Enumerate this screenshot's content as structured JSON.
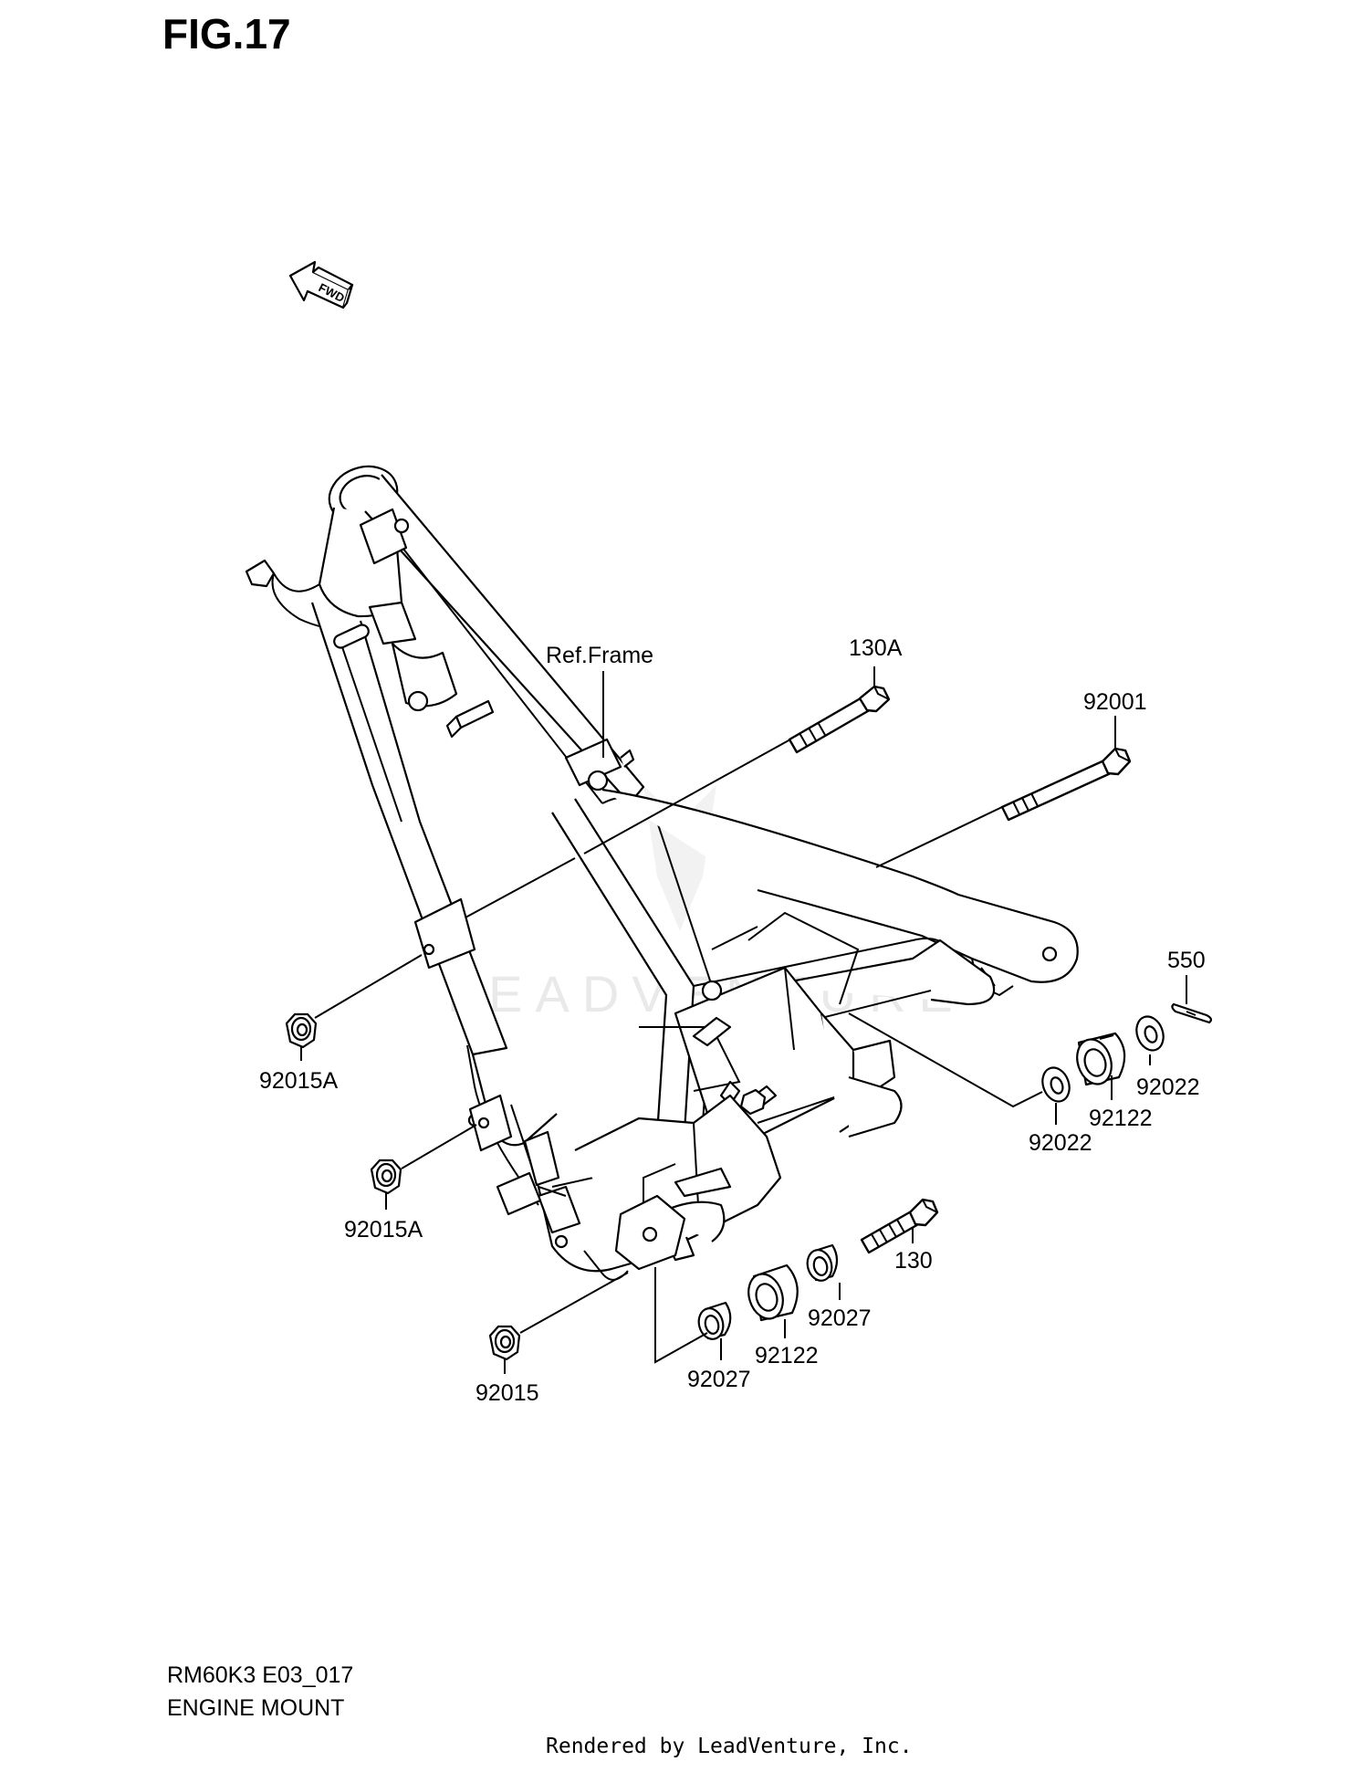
{
  "figure": {
    "title": "FIG.17",
    "model_code": "RM60K3 E03_017",
    "section_name": "ENGINE MOUNT",
    "render_credit": "Rendered by LeadVenture, Inc.",
    "watermark": "LEADVENTURE",
    "fwd_arrow_label": "FWD"
  },
  "callouts": {
    "ref_frame": "Ref.Frame",
    "bolt_130A": "130A",
    "bolt_92001": "92001",
    "pin_550": "550",
    "washer_92022_right": "92022",
    "damper_92122_upper": "92122",
    "washer_92022_lower": "92022",
    "nut_92015A_upper": "92015A",
    "nut_92015A_lower": "92015A",
    "bolt_130": "130",
    "collar_92027_upper": "92027",
    "damper_92122_lower": "92122",
    "collar_92027_lower": "92027",
    "nut_92015": "92015"
  }
}
